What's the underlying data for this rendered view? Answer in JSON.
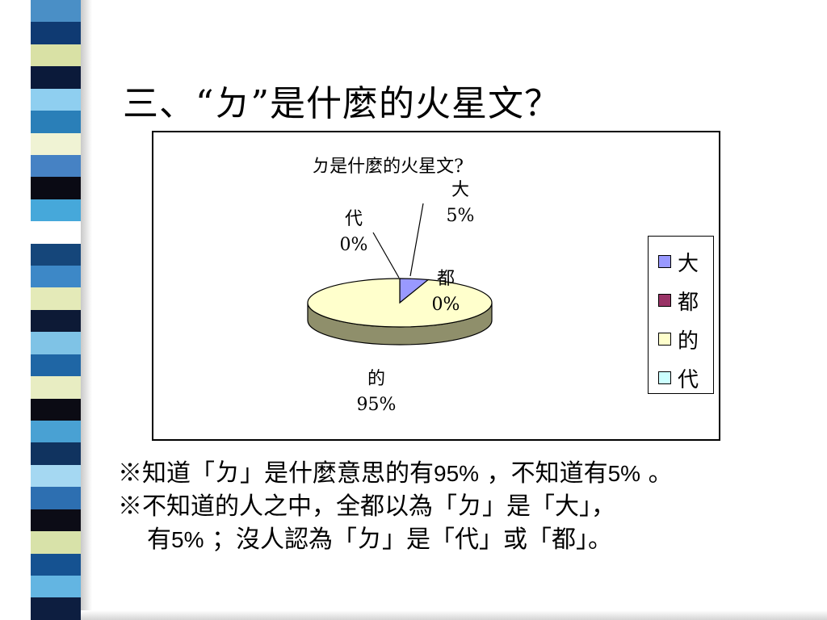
{
  "slide": {
    "title": "三、“ㄉ”是什麼的火星文？"
  },
  "chart_data": {
    "type": "pie",
    "title": "ㄉ是什麼的火星文?",
    "three_d": true,
    "legend_position": "right",
    "categories": [
      "大",
      "都",
      "的",
      "代"
    ],
    "values": [
      5,
      0,
      95,
      0
    ],
    "unit": "%",
    "colors": [
      "#9999ff",
      "#993366",
      "#ffffcc",
      "#ccffff"
    ],
    "data_labels": [
      {
        "category": "大",
        "value": "5%"
      },
      {
        "category": "都",
        "value": "0%"
      },
      {
        "category": "的",
        "value": "95%"
      },
      {
        "category": "代",
        "value": "0%"
      }
    ]
  },
  "notes": {
    "line1": {
      "prefix": "※知道「",
      "bopo": "ㄉ",
      "mid": "」是什麼意思的有",
      "pct1": "95%",
      "mid2": " ，不知道有",
      "pct2": "5%",
      "end": " 。"
    },
    "line2": {
      "prefix": "※不知道的人之中，全都以為「",
      "bopo": "ㄉ",
      "end": "」是「大」，"
    },
    "line3": {
      "prefix": "有",
      "pct": "5%",
      "mid": " ；沒人認為「",
      "bopo": "ㄉ",
      "end": "」是「代」或「都」。"
    }
  },
  "decor": {
    "stripe_colors": [
      "#4a8fc6",
      "#0f3a72",
      "#d9e1a5",
      "#0b1a3a",
      "#8fcff0",
      "#2a7fb8",
      "#f0f3d4",
      "#4682c4",
      "#0a0a14",
      "#46a8da",
      "#ffffff",
      "#15467a",
      "#3d88c7",
      "#e4eab8",
      "#0d1a36",
      "#7fc3e6",
      "#1f66a5",
      "#e8edc2",
      "#0b0b14",
      "#49a1d3",
      "#10335f",
      "#a5d8f2",
      "#2d6fb1",
      "#0c0c16",
      "#d8e2a9",
      "#155291",
      "#63b5e2",
      "#0d1e40"
    ]
  }
}
